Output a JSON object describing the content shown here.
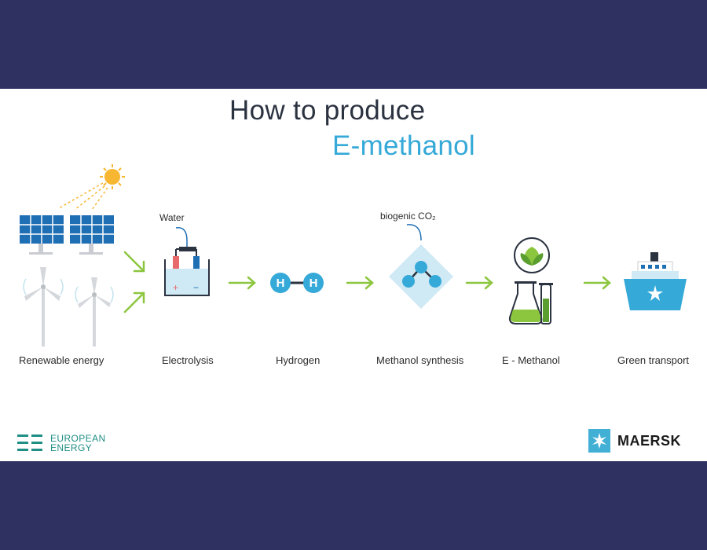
{
  "title": {
    "line1": "How to produce",
    "line2": "E-methanol"
  },
  "steps": [
    {
      "label": "Renewable energy"
    },
    {
      "label": "Electrolysis"
    },
    {
      "label": "Hydrogen"
    },
    {
      "label": "Methanol synthesis"
    },
    {
      "label": "E - Methanol"
    },
    {
      "label": "Green transport"
    }
  ],
  "annotations": {
    "water": "Water",
    "co2": "biogenic CO₂"
  },
  "hydrogen_atom": "H",
  "electrode_signs": {
    "plus": "+",
    "minus": "−"
  },
  "logos": {
    "european_energy": {
      "line1": "EUROPEAN",
      "line2": "ENERGY"
    },
    "maersk": "MAERSK"
  },
  "colors": {
    "background": "#2f3160",
    "panel": "#ffffff",
    "accent_blue": "#35a9d8",
    "arrow_green": "#8cc63f",
    "title_dark": "#2b3240",
    "solar_blue": "#1f6fb5",
    "teal": "#1f8f86"
  }
}
